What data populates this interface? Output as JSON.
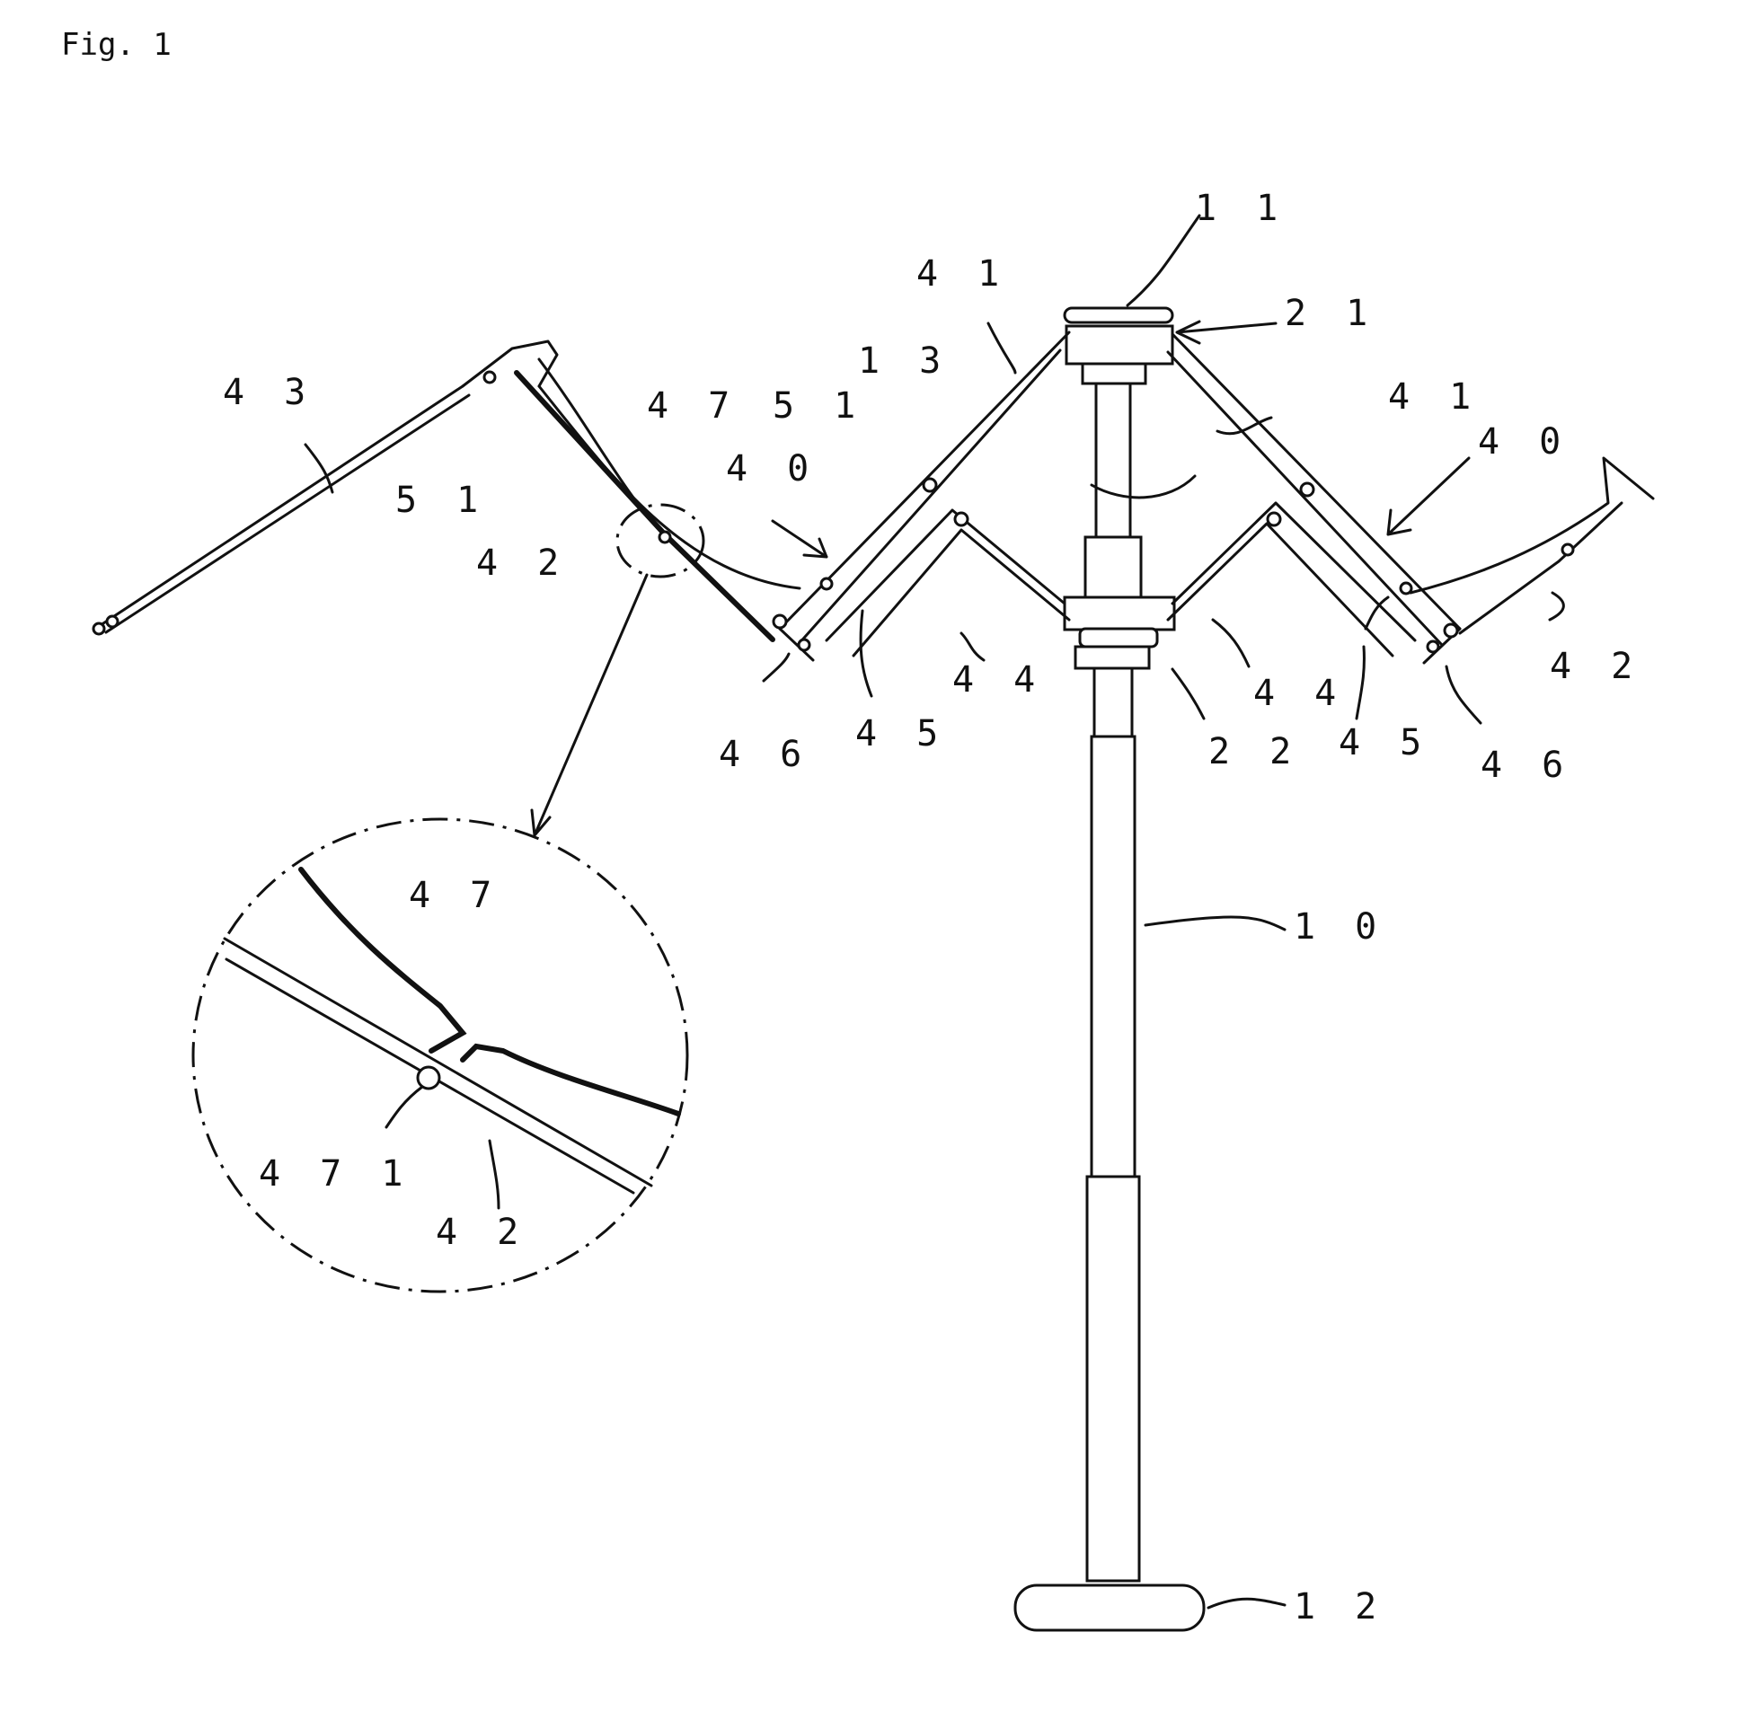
{
  "figure": {
    "title": "Fig. 1",
    "labels": {
      "n11": "1 1",
      "n21": "2 1",
      "n13": "1 3",
      "n41_left": "4 1",
      "n41_right": "4 1",
      "n43": "4 3",
      "n47_top": "4 7",
      "n51_left": "5 1",
      "n51_mid": "5 1",
      "n40_left": "4 0",
      "n40_right": "4 0",
      "n42_left": "4 2",
      "n42_right": "4 2",
      "n44_left": "4 4",
      "n44_right": "4 4",
      "n45_left": "4 5",
      "n45_right": "4 5",
      "n46_left": "4 6",
      "n46_right": "4 6",
      "n22": "2 2",
      "n10": "1 0",
      "n12": "1 2",
      "n47_detail": "4 7",
      "n471": "4 7 1",
      "n42_detail": "4 2"
    }
  }
}
